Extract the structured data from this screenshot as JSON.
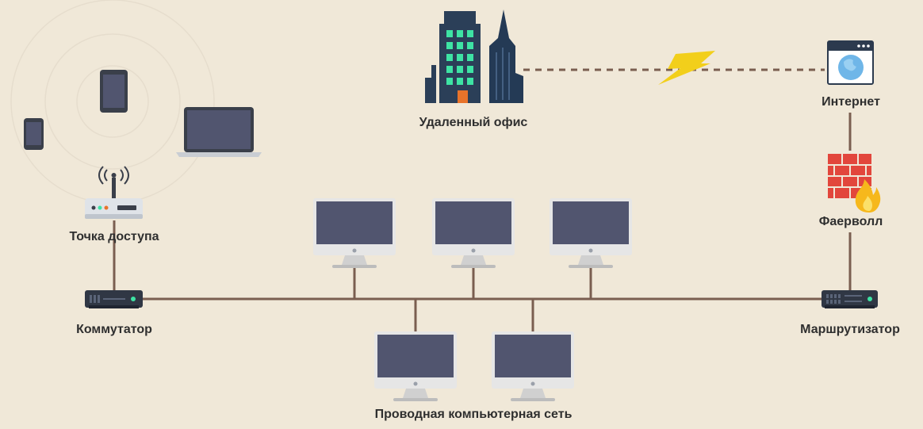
{
  "labels": {
    "remote_office": "Удаленный офис",
    "internet": "Интернет",
    "firewall": "Фаерволл",
    "access_point": "Точка доступа",
    "switch": "Коммутатор",
    "router": "Маршрутизатор",
    "wired_network": "Проводная компьютерная сеть"
  },
  "colors": {
    "background": "#f0e8d8",
    "cable": "#7a5e50",
    "monitor_frame": "#e6e6e6",
    "monitor_screen": "#51556f",
    "building": "#2b3f58",
    "window": "#3ee3a4",
    "door": "#e8732a",
    "lightning": "#f2cf1b",
    "firewall_brick": "#e2463c",
    "flame": "#f6b81c",
    "device": "#303744"
  }
}
